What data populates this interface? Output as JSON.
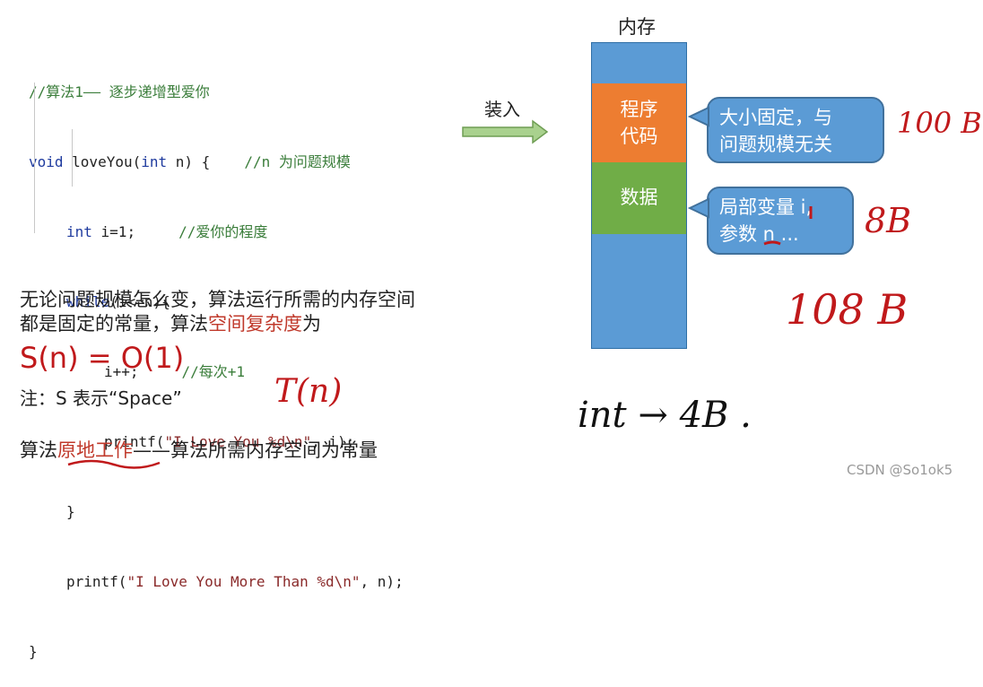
{
  "code": {
    "line1": "//算法1—— 逐步递增型爱你",
    "line2_kw": "void",
    "line2_rest": " loveYou(",
    "line2_kw2": "int",
    "line2_rest2": " n) {",
    "line2_comment": "//n 为问题规模",
    "line3_kw": "int",
    "line3_rest": " i=1;",
    "line3_comment": "//爱你的程度",
    "line4_kw": "while",
    "line4_rest": "(i<=n){",
    "line5_rest": "i++;",
    "line5_comment": "//每次+1",
    "line6_a": "printf(",
    "line6_str": "\"I Love You %d\\n\"",
    "line6_b": ", i);",
    "line7": "}",
    "line8_a": "printf(",
    "line8_str": "\"I Love You More Than %d\\n\"",
    "line8_b": ", n);",
    "line9": "}"
  },
  "text": {
    "para1_line1": "无论问题规模怎么变，算法运行所需的内存空间",
    "para1_line2_a": "都是固定的常量，算法",
    "para1_line2_red": "空间复杂度",
    "para1_line2_b": "为",
    "formula": "S(n) = O(1)",
    "note": "注：S 表示“Space”",
    "bottom_a": "算法",
    "bottom_red": "原地工作",
    "bottom_b": "——算法所需内存空间为常量",
    "load_label": "装入"
  },
  "memory": {
    "title": "内存",
    "program_code": "程序\n代码",
    "data": "数据",
    "colors": {
      "column": "#5b9bd5",
      "code": "#ed7d31",
      "data": "#70ad47"
    }
  },
  "callouts": {
    "code_note_line1": "大小固定，与",
    "code_note_line2": "问题规模无关",
    "data_note_line1": "局部变量 i,",
    "data_note_line2": "参数 n ..."
  },
  "handwriting": {
    "size_100": "100 B",
    "size_8": "8B",
    "size_108": "108 B",
    "tn": "T(n)",
    "int_4b": "int → 4B ."
  },
  "watermark": "CSDN @So1ok5"
}
